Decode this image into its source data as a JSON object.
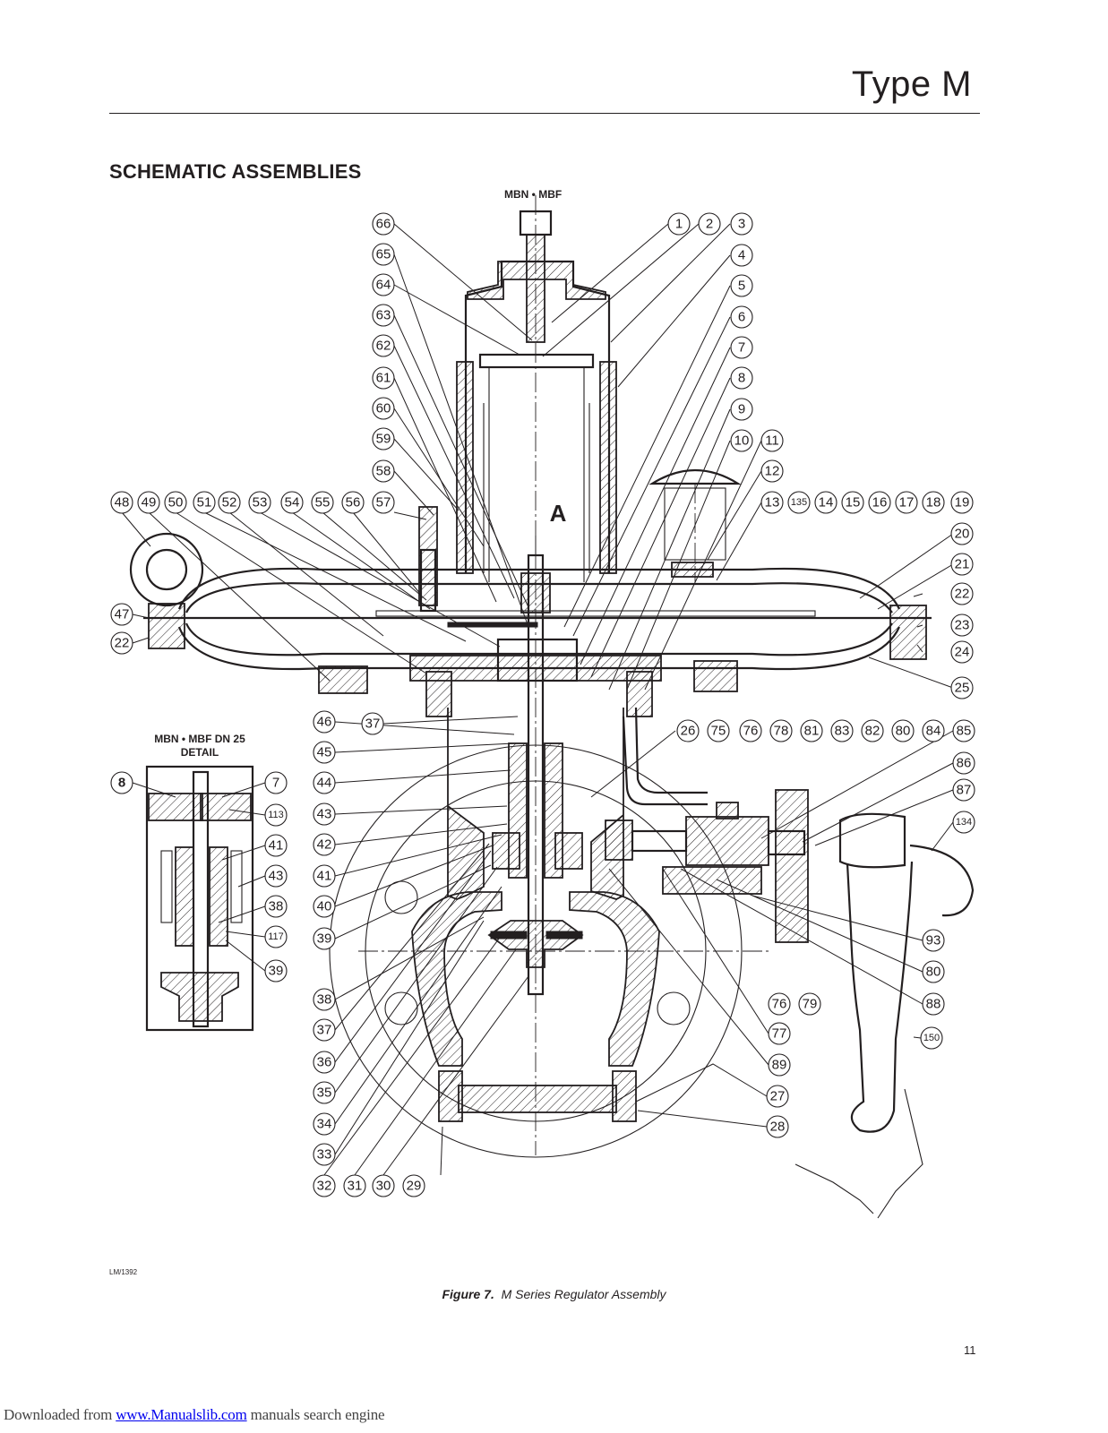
{
  "header": {
    "title": "Type M"
  },
  "section": {
    "title": "SCHEMATIC ASSEMBLIES"
  },
  "figure": {
    "model_label": "MBN • MBF",
    "section_marker": "A",
    "detail_caption_line1": "MBN • MBF DN 25",
    "detail_caption_line2": "DETAIL",
    "drawing_id": "LM/1392",
    "caption_number": "Figure 7.",
    "caption_text": "M Series Regulator Assembly",
    "callouts_main": [
      "1",
      "2",
      "3",
      "4",
      "5",
      "6",
      "7",
      "8",
      "9",
      "10",
      "11",
      "12",
      "13",
      "135",
      "14",
      "15",
      "16",
      "17",
      "18",
      "19",
      "20",
      "21",
      "22",
      "23",
      "24",
      "25",
      "26",
      "75",
      "76",
      "78",
      "81",
      "83",
      "82",
      "80",
      "84",
      "85",
      "86",
      "87",
      "134",
      "93",
      "80",
      "88",
      "150",
      "76",
      "79",
      "77",
      "89",
      "27",
      "28",
      "29",
      "30",
      "31",
      "32",
      "33",
      "34",
      "35",
      "36",
      "37",
      "38",
      "39",
      "40",
      "41",
      "42",
      "43",
      "44",
      "45",
      "46",
      "37",
      "47",
      "22",
      "48",
      "49",
      "50",
      "51",
      "52",
      "53",
      "54",
      "55",
      "56",
      "57",
      "58",
      "59",
      "60",
      "61",
      "62",
      "63",
      "64",
      "65",
      "66"
    ],
    "callouts_detail": [
      "8",
      "7",
      "113",
      "41",
      "43",
      "38",
      "117",
      "39"
    ]
  },
  "page": {
    "number": "11"
  },
  "footer": {
    "prefix": "Downloaded from ",
    "link_text": "www.Manualslib.com",
    "suffix": " manuals search engine"
  }
}
